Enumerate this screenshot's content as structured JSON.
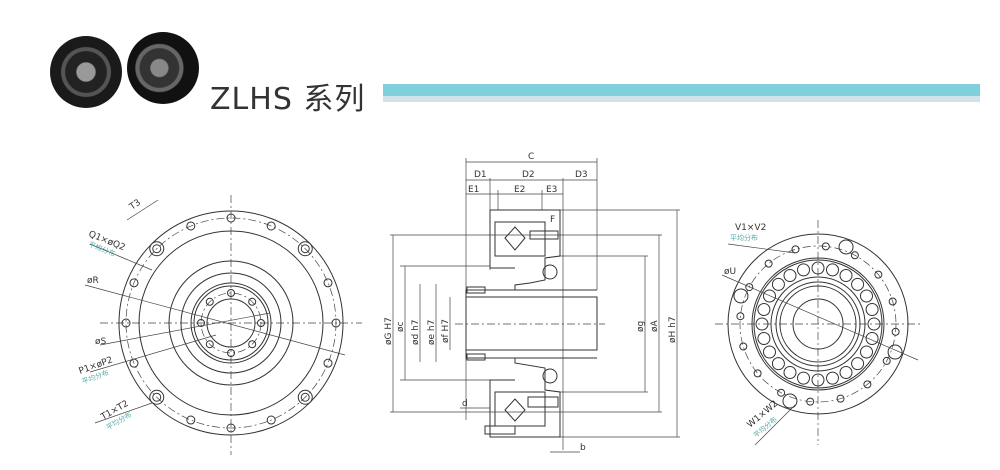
{
  "header": {
    "title": "ZLHS 系列",
    "accent_color": "#7fcfdc"
  },
  "front_view": {
    "labels": {
      "t3": "T3",
      "q": "Q1×øQ2",
      "q_note": "平均分布",
      "r": "øR",
      "s": "øS",
      "p": "P1×øP2",
      "p_note": "平均分布",
      "t": "T1×T2",
      "t_note": "平均分布"
    }
  },
  "section_view": {
    "labels": {
      "c": "C",
      "d1": "D1",
      "d2": "D2",
      "d3": "D3",
      "e1": "E1",
      "e2": "E2",
      "e3": "E3",
      "f": "F",
      "g": "øG H7",
      "cc": "øc",
      "dd": "ød h7",
      "ee": "øe h7",
      "ff": "øf H7",
      "gg": "øg",
      "a": "øA",
      "h": "øH h7",
      "d": "d",
      "b": "b"
    }
  },
  "rear_view": {
    "labels": {
      "v": "V1×V2",
      "v_note": "平均分布",
      "u": "øU",
      "w": "W1×W2",
      "w_note": "平均分布"
    }
  }
}
